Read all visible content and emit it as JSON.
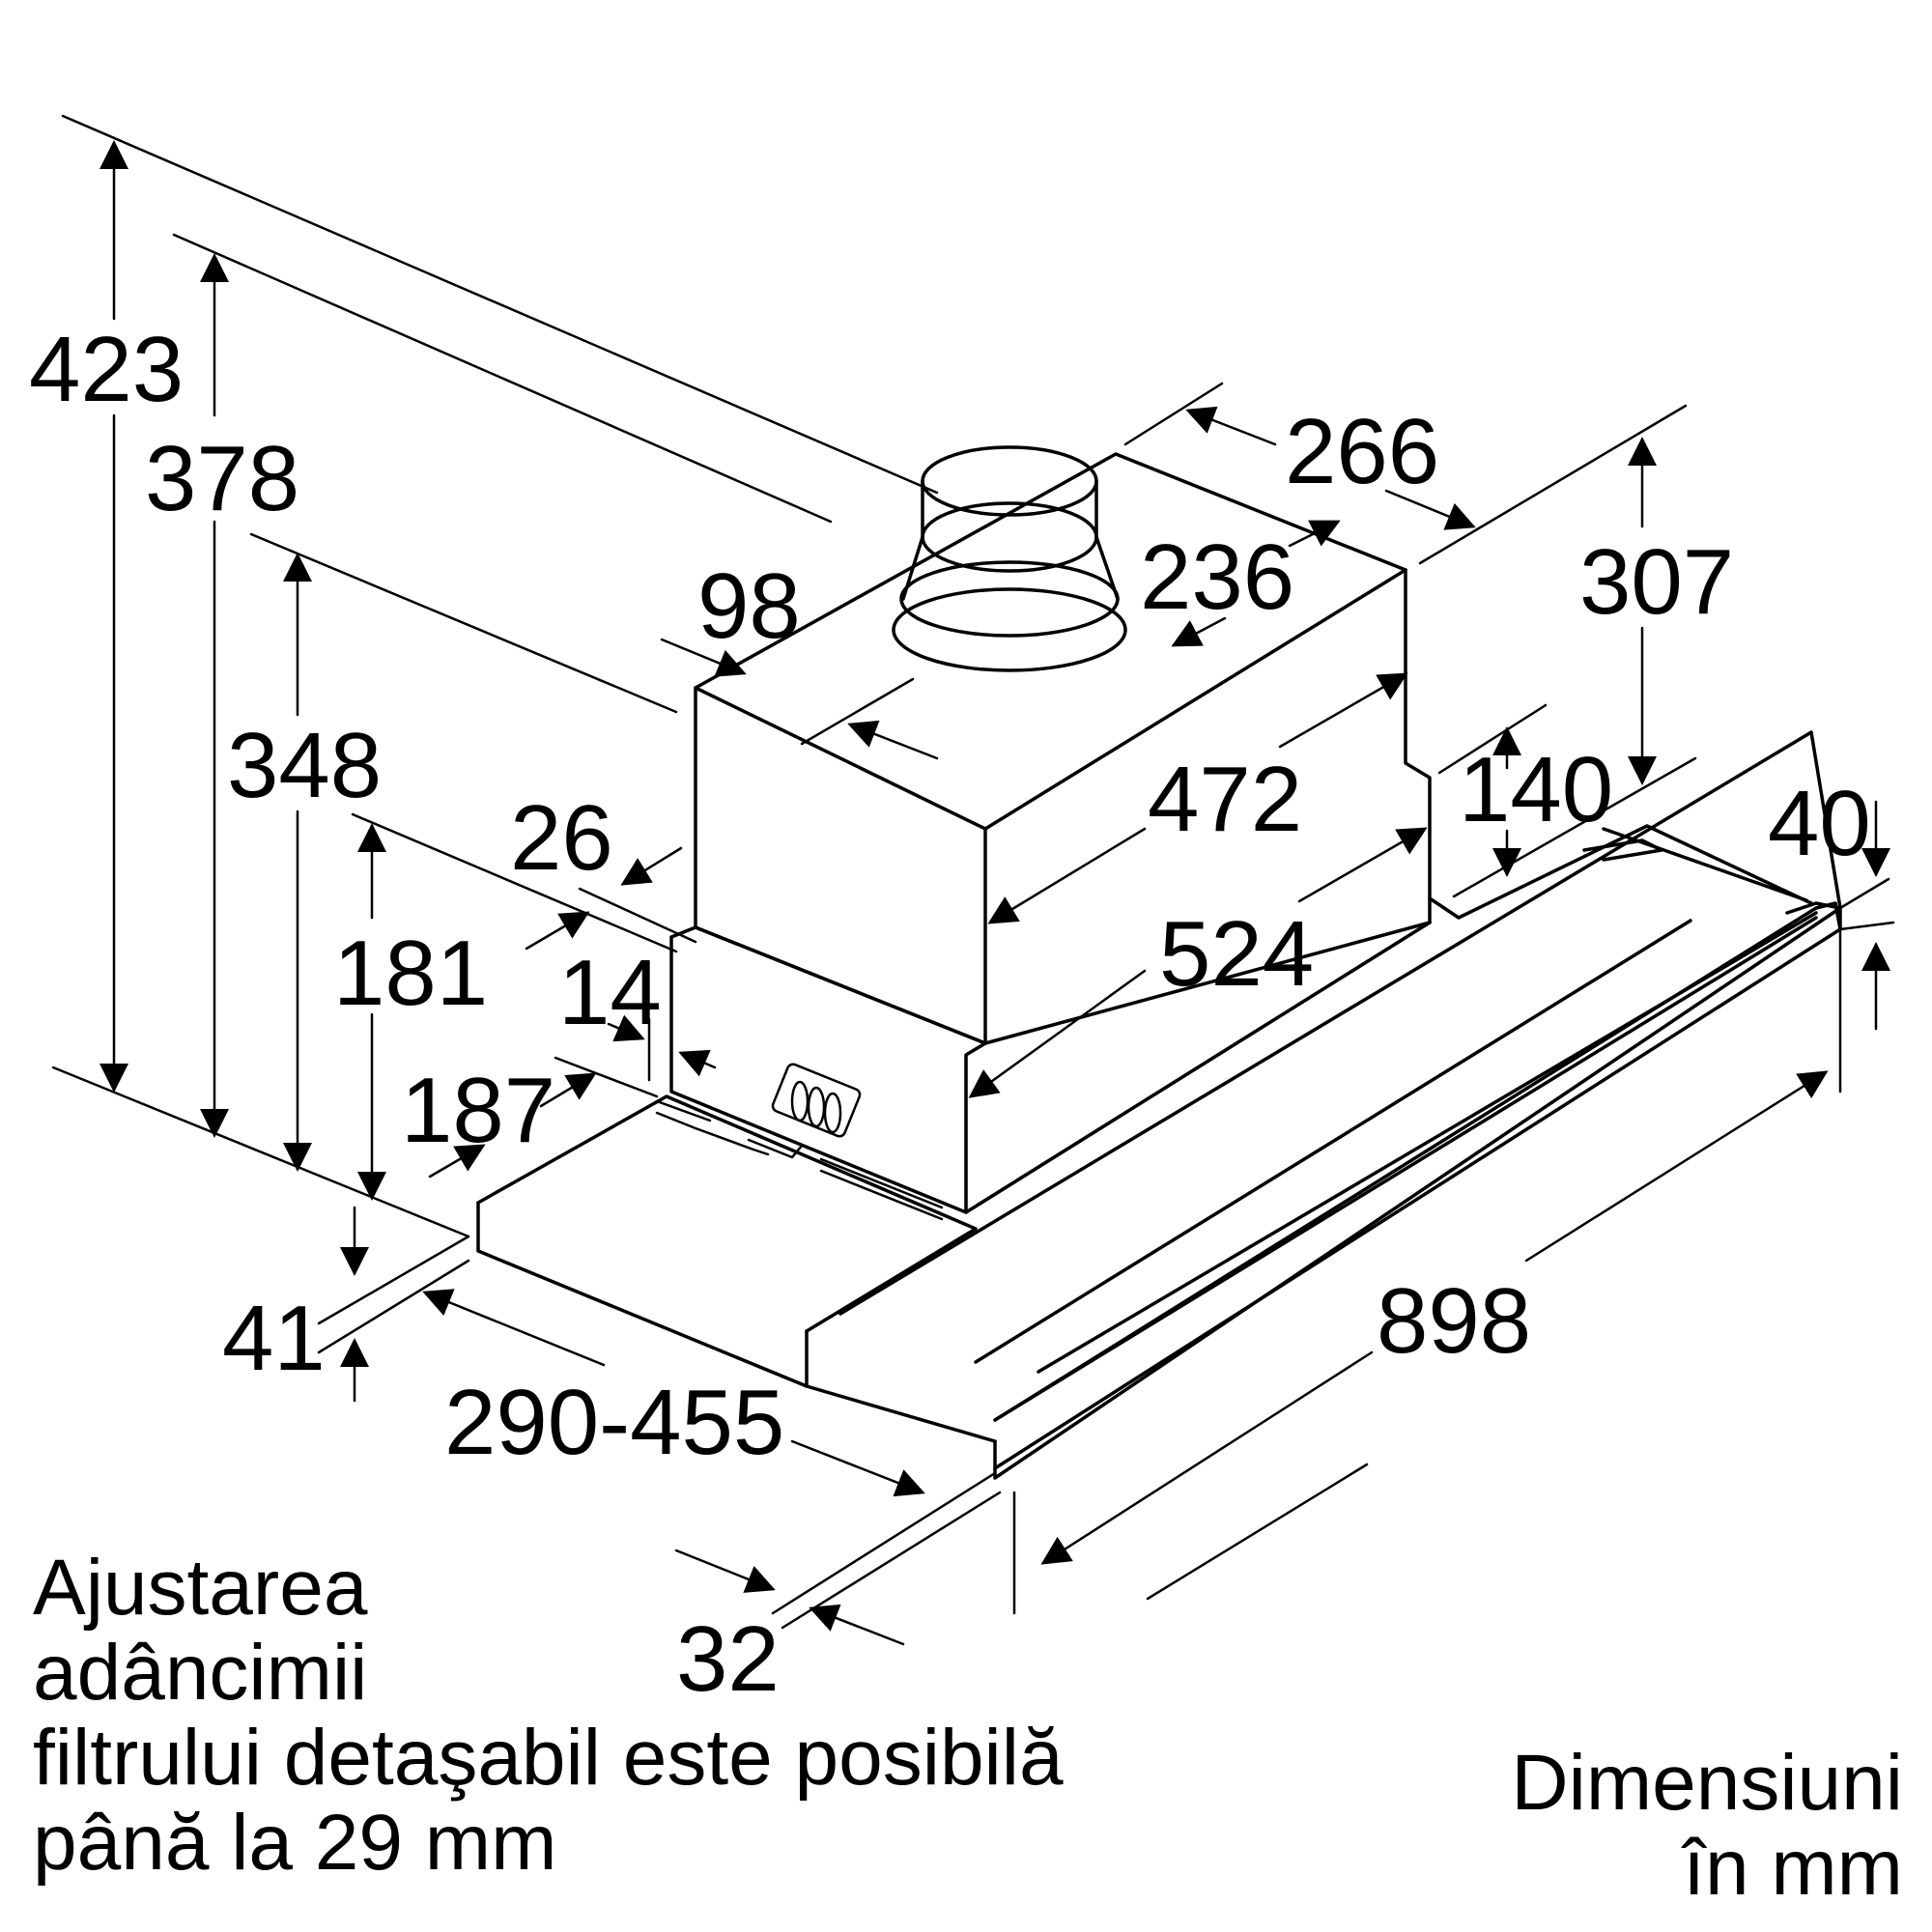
{
  "dimensions": {
    "d423": "423",
    "d378": "378",
    "d348": "348",
    "d181": "181",
    "d41": "41",
    "d98": "98",
    "d26": "26",
    "d14": "14",
    "d187": "187",
    "d266": "266",
    "d236": "236",
    "d307": "307",
    "d472": "472",
    "d524": "524",
    "d140": "140",
    "d40": "40",
    "d898": "898",
    "d290_455": "290-455",
    "d32": "32"
  },
  "note_left": {
    "line1": "Ajustarea",
    "line2": "adâncimii",
    "line3": "filtrului detaşabil este posibilă",
    "line4": "până la 29 mm"
  },
  "note_right": {
    "line1": "Dimensiuni",
    "line2": "în mm"
  }
}
